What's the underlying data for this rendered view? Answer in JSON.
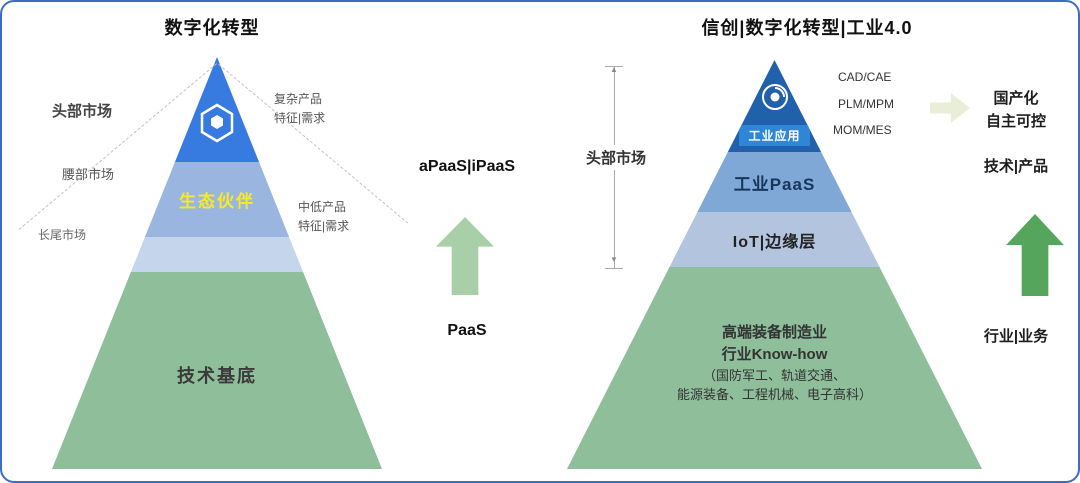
{
  "colors": {
    "border": "#3F6BC8",
    "left_pyramid_top": "#377BE0",
    "left_partner_band": "#9AB6E0",
    "left_lower_band": "#C4D5EC",
    "pyramid_green": "#8FBE9B",
    "partner_text_yellow": "#F7E927",
    "right_pyramid_top": "#2161AC",
    "right_paas_band": "#7FA8D6",
    "right_iot_band": "#B3C5DE",
    "app_chip_blue": "#2F86D6",
    "arrow_light_green": "#A9CFA9",
    "arrow_green": "#55A55C",
    "arrow_pale": "#E9EED6"
  },
  "left": {
    "title": "数字化转型",
    "market_labels": [
      "头部市场",
      "腰部市场",
      "长尾市场"
    ],
    "demand_labels": [
      "复杂产品\n特征|需求",
      "中低产品\n特征|需求"
    ],
    "partner_label": "生态伙伴",
    "base_label": "技术基底",
    "apaas_label": "aPaaS|iPaaS",
    "paas_label": "PaaS"
  },
  "right": {
    "title": "信创|数字化转型|工业4.0",
    "market_label": "头部市场",
    "layer_labels": [
      "工业应用",
      "工业PaaS",
      "IoT|边缘层"
    ],
    "tech_labels": [
      "CAD/CAE",
      "PLM/MPM",
      "MOM/MES"
    ],
    "green_text": [
      "高端装备制造业",
      "行业Know-how",
      "（国防军工、轨道交通、",
      "能源装备、工程机械、电子高科）"
    ],
    "localization_label": "国产化\n自主可控",
    "tech_product_label": "技术|产品",
    "industry_business_label": "行业|业务"
  }
}
